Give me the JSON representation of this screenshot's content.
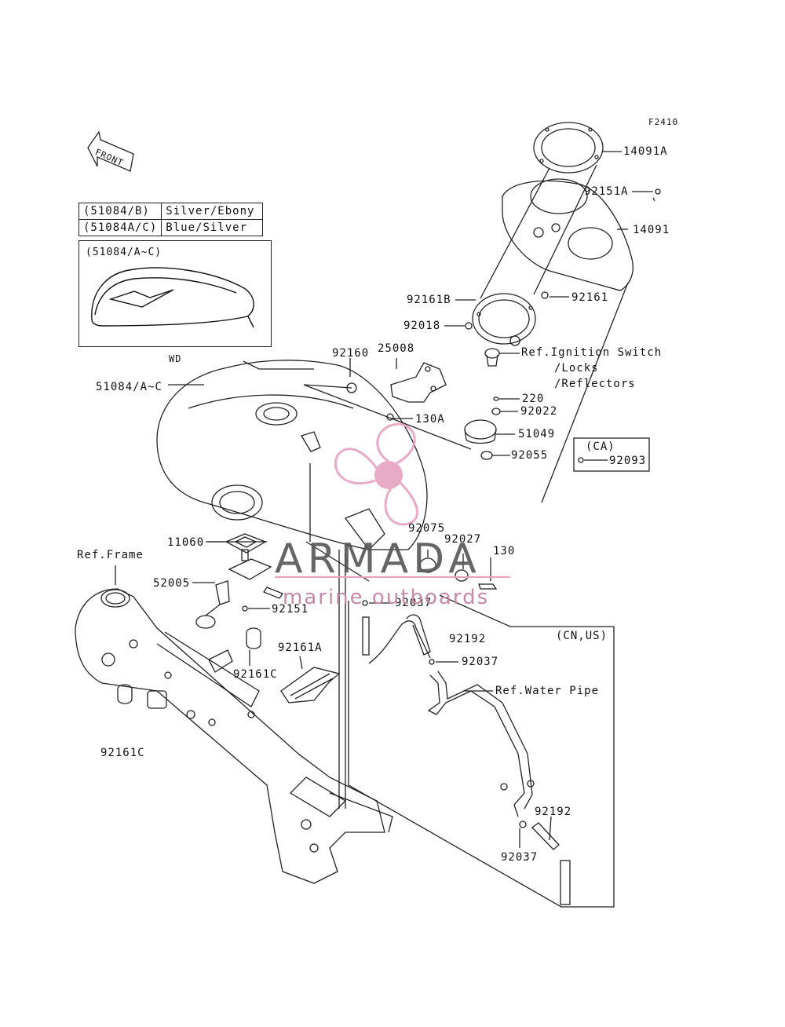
{
  "figure_code": "F2410",
  "front_label": "FRONT",
  "legend": {
    "rows": [
      {
        "code": "(51084/B)",
        "color": "Silver/Ebony"
      },
      {
        "code": "(51084A/C)",
        "color": "Blue/Silver"
      }
    ]
  },
  "inset": {
    "title": "(51084/A~C)",
    "caption": "WD"
  },
  "callouts": {
    "p14091A": "14091A",
    "p92151A": "92151A",
    "p14091": "14091",
    "p92161B": "92161B",
    "p92161": "92161",
    "p92018": "92018",
    "ref_ignition": "Ref.Ignition Switch",
    "ref_locks": "/Locks",
    "ref_reflectors": "/Reflectors",
    "p92160": "92160",
    "p25008": "25008",
    "p51084": "51084/A~C",
    "p220": "220",
    "p92022": "92022",
    "p130A": "130A",
    "p51049": "51049",
    "p92055": "92055",
    "ca_label": "(CA)",
    "p92093": "92093",
    "p11060": "11060",
    "p92075": "92075",
    "p92027": "92027",
    "p130": "130",
    "ref_frame": "Ref.Frame",
    "p52005": "52005",
    "p92151": "92151",
    "p92037a": "92037",
    "cn_us": "(CN,US)",
    "p92192a": "92192",
    "p92037b": "92037",
    "p92161A": "92161A",
    "ref_water": "Ref.Water Pipe",
    "p92161C_a": "92161C",
    "p92161C_b": "92161C",
    "p92192b": "92192",
    "p92037c": "92037"
  },
  "watermark": {
    "brand": "ARMADA",
    "tagline": "marine outboards",
    "color": "#e6a2bf"
  }
}
